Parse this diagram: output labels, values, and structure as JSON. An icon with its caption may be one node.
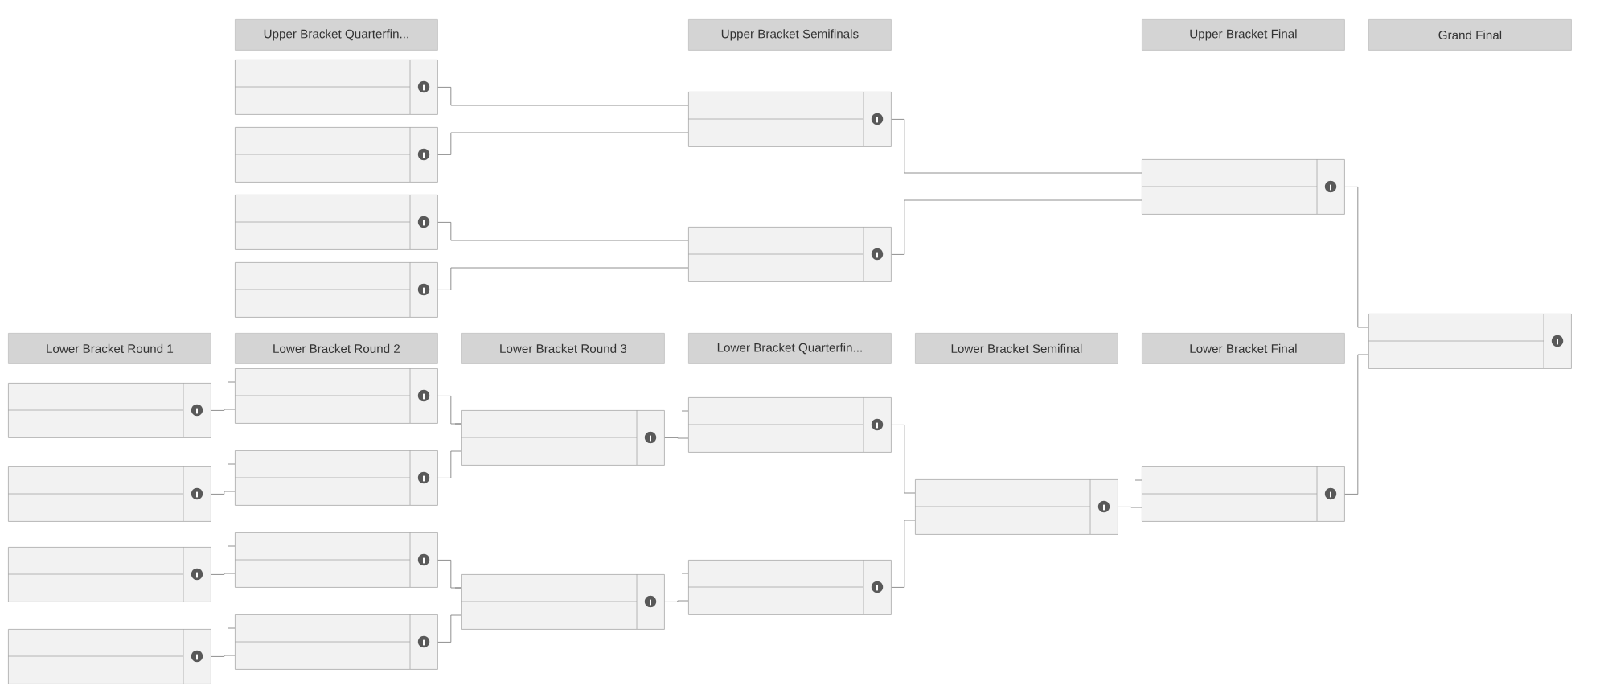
{
  "diagram": {
    "nodes": [
      {
        "text": [
          "Upper Bracket Quarterfin..."
        ]
      },
      {
        "text": [
          "Upper Bracket Semifinals"
        ]
      },
      {
        "text": [
          "Upper Bracket Final"
        ]
      },
      {
        "text": [
          "Grand Final"
        ]
      },
      {
        "text": [
          "Lower Bracket Round 1"
        ]
      },
      {
        "text": [
          "Lower Bracket Round 2"
        ]
      },
      {
        "text": [
          "Lower Bracket Round 3"
        ]
      },
      {
        "text": [
          "Lower Bracket Quarterfin..."
        ]
      },
      {
        "text": [
          "Lower Bracket Semifinal"
        ]
      },
      {
        "text": [
          "Lower Bracket Final"
        ]
      },
      {
        "text": [],
        "shape": "box"
      },
      {
        "text": [],
        "shape": "box"
      },
      {
        "text": [],
        "shape": "box"
      },
      {
        "text": [],
        "shape": "box"
      },
      {
        "text": [],
        "shape": "box"
      },
      {
        "text": [],
        "shape": "box"
      },
      {
        "text": [],
        "shape": "box"
      },
      {
        "text": [],
        "shape": "box"
      },
      {
        "text": [],
        "shape": "box"
      },
      {
        "text": [],
        "shape": "box"
      },
      {
        "text": [],
        "shape": "box"
      },
      {
        "text": [],
        "shape": "box"
      },
      {
        "text": [],
        "shape": "box"
      },
      {
        "text": [],
        "shape": "box"
      },
      {
        "text": [],
        "shape": "box"
      },
      {
        "text": [],
        "shape": "box"
      },
      {
        "text": [],
        "shape": "box"
      },
      {
        "text": [],
        "shape": "box"
      },
      {
        "text": [],
        "shape": "box"
      },
      {
        "text": [],
        "shape": "box"
      },
      {
        "text": [],
        "shape": "box"
      },
      {
        "text": [],
        "shape": "box"
      }
    ],
    "edges": [
      {
        "from": 10,
        "to": 14,
        "arrow": "none"
      },
      {
        "from": 11,
        "to": 14,
        "arrow": "none"
      },
      {
        "from": 12,
        "to": 15,
        "arrow": "none"
      },
      {
        "from": 13,
        "to": 15,
        "arrow": "none"
      },
      {
        "from": 14,
        "to": 16,
        "arrow": "none"
      },
      {
        "from": 15,
        "to": 16,
        "arrow": "none"
      },
      {
        "from": 16,
        "to": 17,
        "arrow": "none"
      },
      {
        "from": 31,
        "to": 17,
        "arrow": "none"
      },
      {
        "from": 18,
        "to": 22,
        "arrow": "none"
      },
      {
        "from": 19,
        "to": 23,
        "arrow": "none"
      },
      {
        "from": 20,
        "to": 24,
        "arrow": "none"
      },
      {
        "from": 21,
        "to": 25,
        "arrow": "none"
      },
      {
        "from": 22,
        "to": 26,
        "arrow": "none"
      },
      {
        "from": 23,
        "to": 26,
        "arrow": "none"
      },
      {
        "from": 24,
        "to": 27,
        "arrow": "none"
      },
      {
        "from": 25,
        "to": 27,
        "arrow": "none"
      },
      {
        "from": 26,
        "to": 28,
        "arrow": "none"
      },
      {
        "from": 27,
        "to": 29,
        "arrow": "none"
      },
      {
        "from": 28,
        "to": 30,
        "arrow": "none"
      },
      {
        "from": 29,
        "to": 30,
        "arrow": "none"
      },
      {
        "from": 30,
        "to": 31,
        "arrow": "none"
      },
      {
        "from": null,
        "to": 22,
        "arrow": "none"
      },
      {
        "from": null,
        "to": 23,
        "arrow": "none"
      },
      {
        "from": null,
        "to": 24,
        "arrow": "none"
      },
      {
        "from": null,
        "to": 25,
        "arrow": "none"
      },
      {
        "from": null,
        "to": 26,
        "arrow": "none"
      },
      {
        "from": null,
        "to": 27,
        "arrow": "none"
      },
      {
        "from": null,
        "to": 28,
        "arrow": "none"
      },
      {
        "from": null,
        "to": 29,
        "arrow": "none"
      },
      {
        "from": null,
        "to": 31,
        "arrow": "none"
      }
    ]
  }
}
